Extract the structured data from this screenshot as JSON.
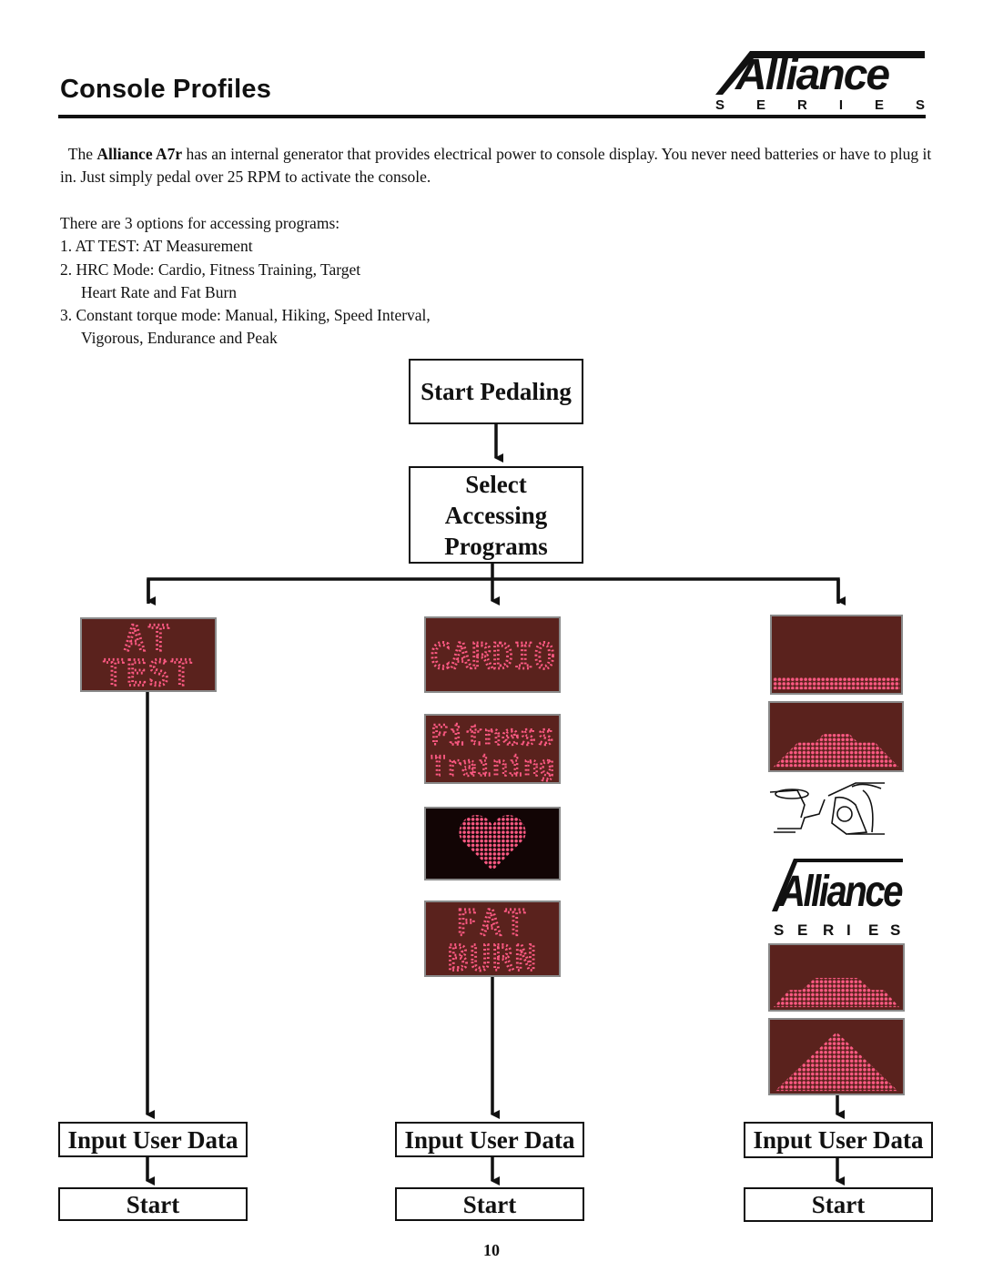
{
  "header": {
    "title": "Console Profiles",
    "logo_text": "Alliance",
    "logo_series": [
      "S",
      "E",
      "R",
      "I",
      "E",
      "S"
    ]
  },
  "intro": {
    "pre": "The ",
    "bold": "Alliance A7r",
    "post": "  has an internal generator that provides electrical power to console display. You never need batteries or have to plug it in.  Just simply pedal over 25 RPM to activate the console."
  },
  "options": {
    "lead": "There are 3 options for accessing programs:",
    "items": [
      {
        "line1": "1. AT TEST: AT Measurement",
        "line2": ""
      },
      {
        "line1": "2. HRC Mode: Cardio, Fitness Training, Target",
        "line2": "Heart Rate and Fat Burn"
      },
      {
        "line1": "3. Constant torque mode: Manual, Hiking, Speed Interval,",
        "line2": "Vigorous, Endurance and Peak"
      }
    ]
  },
  "flow": {
    "start_pedaling": "Start Pedaling",
    "select_lines": [
      "Select",
      "Accessing",
      "Programs"
    ],
    "input_label": "Input User Data",
    "start_label": "Start"
  },
  "displays": {
    "at_test": [
      "AT",
      "TEST"
    ],
    "cardio": "CARDIO",
    "fitness": [
      "Fitness",
      "Training"
    ],
    "fat_burn": [
      "FAT",
      "BURN"
    ]
  },
  "side_logo": {
    "text": "Alliance",
    "series": [
      "S",
      "E",
      "R",
      "I",
      "E",
      "S"
    ]
  },
  "colors": {
    "led": "#ff5a84",
    "panel": "#5a221d"
  },
  "page_number": "10"
}
